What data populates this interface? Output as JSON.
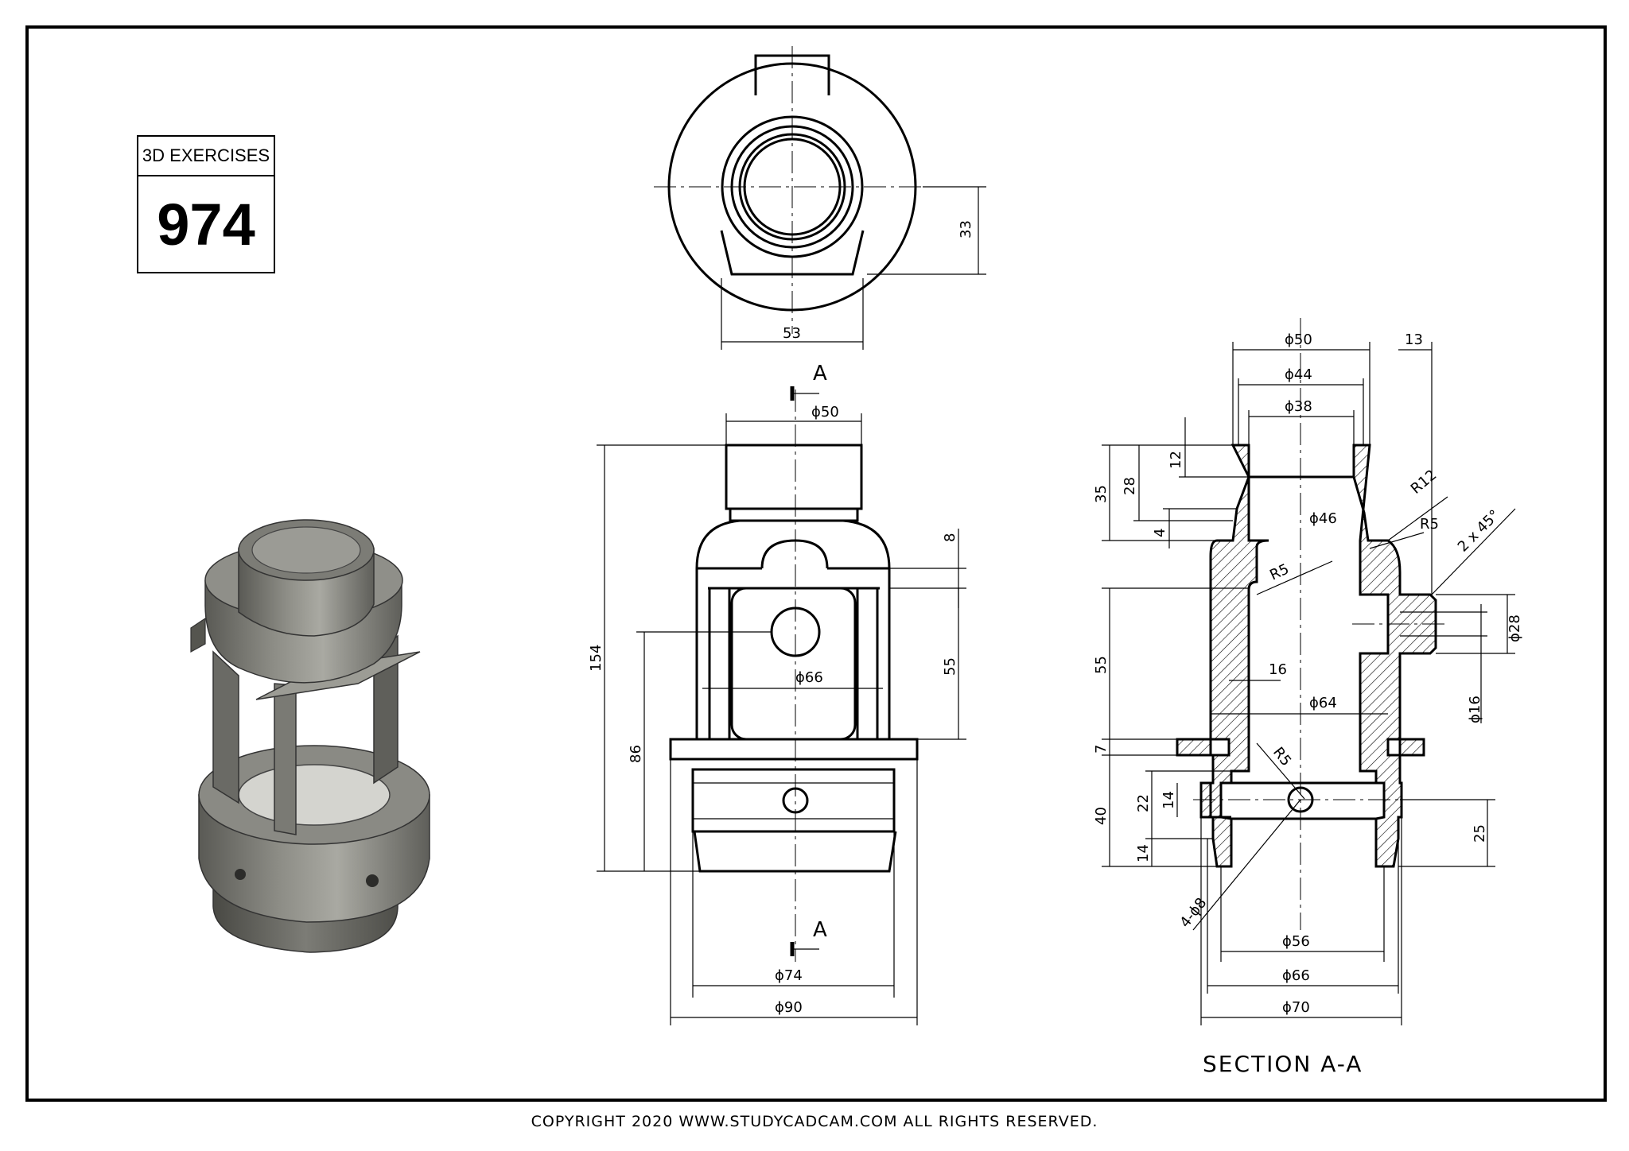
{
  "title_block": {
    "label": "3D EXERCISES",
    "number": "974"
  },
  "section_label": "SECTION A-A",
  "section_markers": [
    "A",
    "A"
  ],
  "copyright": "COPYRIGHT   2020 WWW.STUDYCADCAM.COM ALL RIGHTS RESERVED.",
  "top_view": {
    "dims": [
      "33",
      "53"
    ]
  },
  "front_view": {
    "dims": [
      "ϕ50",
      "154",
      "86",
      "8",
      "55",
      "ϕ66",
      "ϕ74",
      "ϕ90"
    ]
  },
  "section_view": {
    "dims": [
      "ϕ50",
      "ϕ44",
      "ϕ38",
      "13",
      "35",
      "28",
      "12",
      "4",
      "R12",
      "R5",
      "2 x 45°",
      "ϕ46",
      "R5",
      "55",
      "ϕ28",
      "16",
      "ϕ64",
      "ϕ16",
      "7",
      "R5",
      "40",
      "22",
      "14",
      "14",
      "25",
      "4-ϕ8",
      "ϕ56",
      "ϕ66",
      "ϕ70"
    ]
  }
}
